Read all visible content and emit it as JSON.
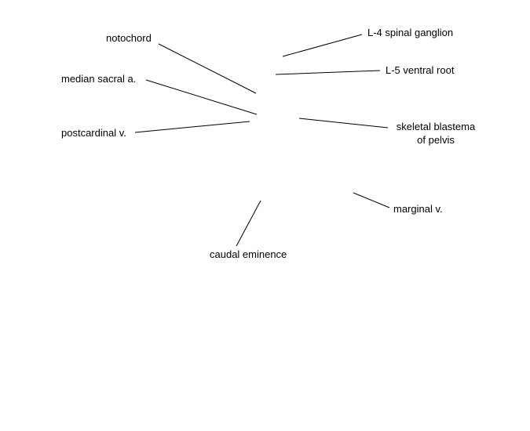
{
  "labels": {
    "notochord": "notochord",
    "median_sacral": "median sacral a.",
    "postcardinal": "postcardinal v.",
    "l4_ganglion": "L-4 spinal ganglion",
    "l5_root": "L-5 ventral root",
    "skeletal_blastema": "skeletal blastema\nof pelvis",
    "marginal": "marginal v.",
    "caudal_eminence": "caudal eminence"
  },
  "colors": {
    "line": "#000000",
    "text": "#000000",
    "background": "#ffffff"
  }
}
